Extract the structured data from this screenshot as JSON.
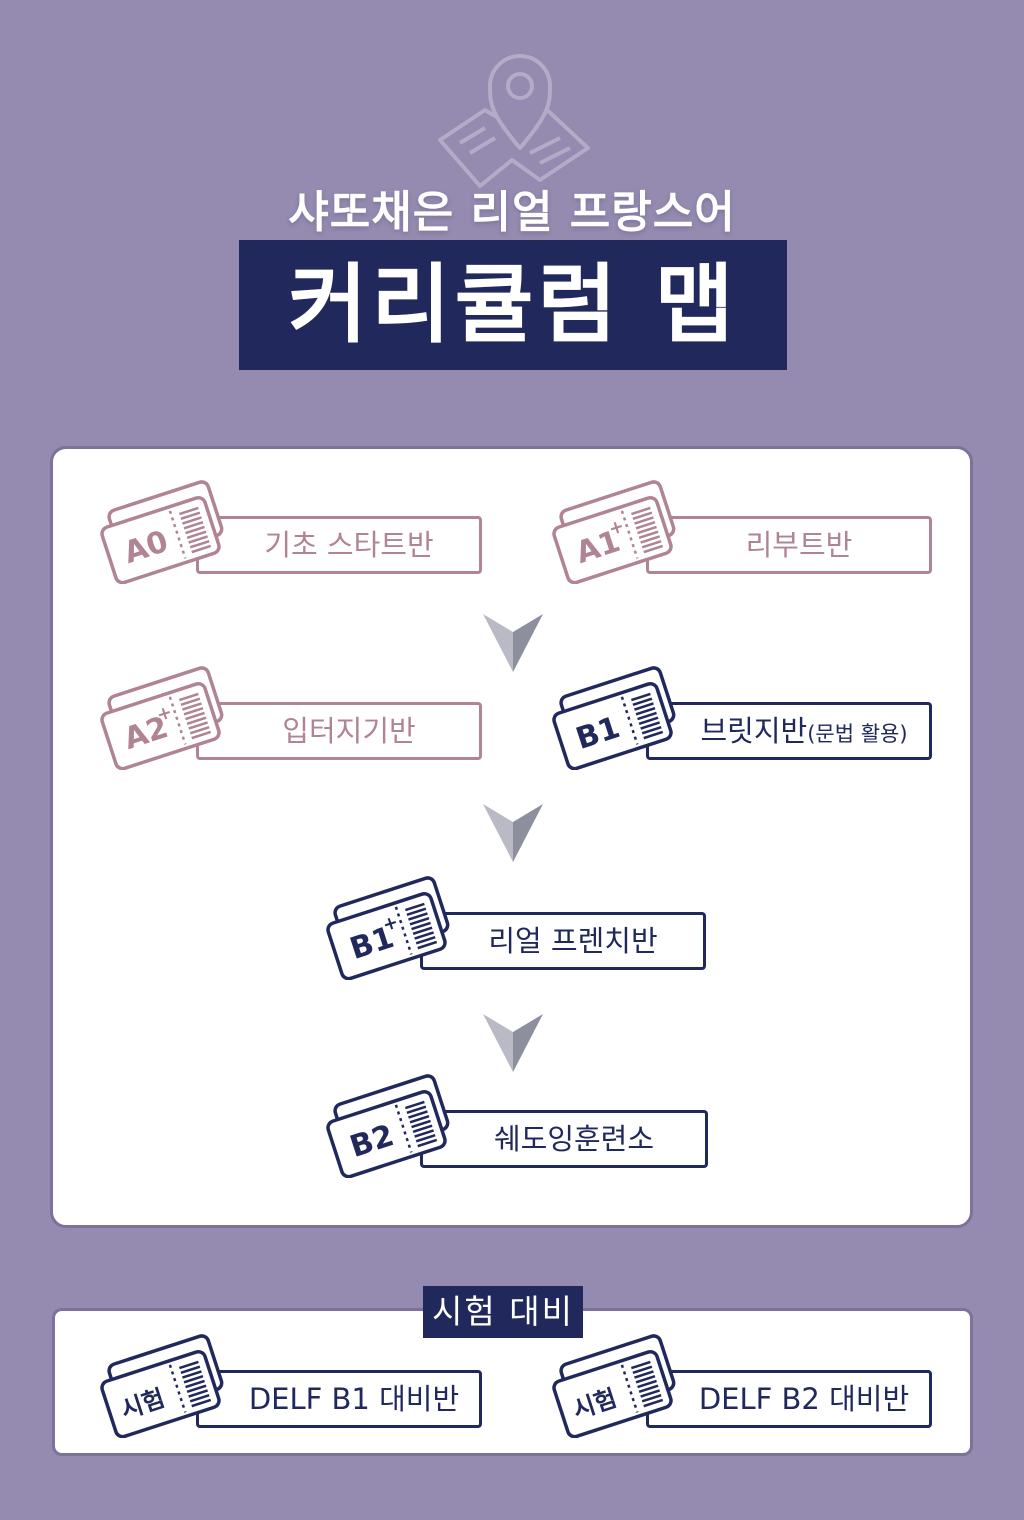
{
  "header": {
    "subtitle": "샤또채은 리얼 프랑스어",
    "title": "커리큘럼 맵"
  },
  "colors": {
    "background": "#958aaf",
    "navy": "#21295c",
    "mauve": "#b08494",
    "arrow": "#9a9ba8"
  },
  "courses": [
    {
      "badge": "A0",
      "sup": "",
      "label": "기초 스타트반",
      "note": "",
      "color": "mauve"
    },
    {
      "badge": "A1",
      "sup": "+",
      "label": "리부트반",
      "note": "",
      "color": "mauve"
    },
    {
      "badge": "A2",
      "sup": "+",
      "label": "입터지기반",
      "note": "",
      "color": "mauve"
    },
    {
      "badge": "B1",
      "sup": "",
      "label": "브릿지반",
      "note": "(문법 활용)",
      "color": "navy"
    },
    {
      "badge": "B1",
      "sup": "+",
      "label": "리얼 프렌치반",
      "note": "",
      "color": "navy"
    },
    {
      "badge": "B2",
      "sup": "",
      "label": "쉐도잉훈련소",
      "note": "",
      "color": "navy"
    }
  ],
  "exam": {
    "title": "시험 대비",
    "courses": [
      {
        "badge": "시험",
        "label": "DELF B1 대비반"
      },
      {
        "badge": "시험",
        "label": "DELF B2 대비반"
      }
    ]
  }
}
